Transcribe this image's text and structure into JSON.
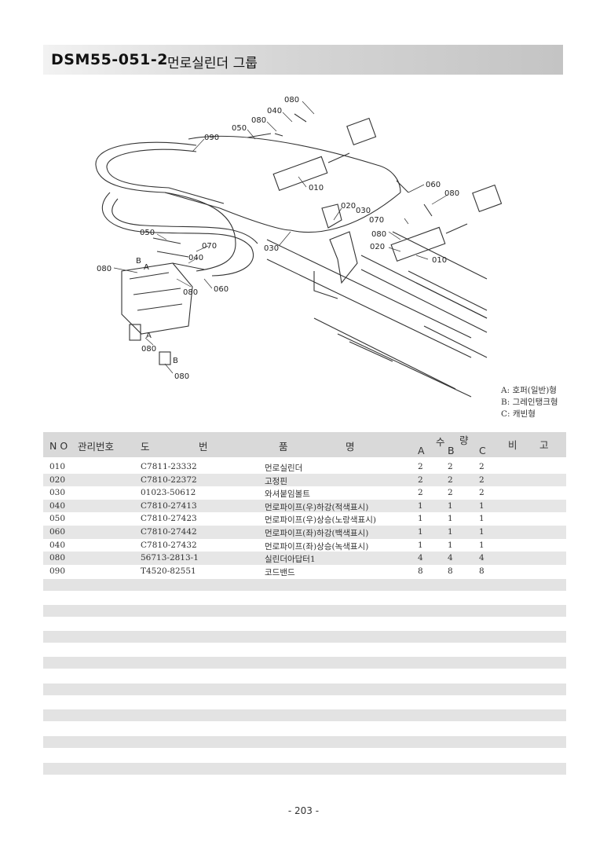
{
  "title": {
    "code": "DSM55-051-2",
    "name": "먼로실린더 그룹"
  },
  "diagram": {
    "callouts": {
      "c080a": "080",
      "c040a": "040",
      "c080b": "080",
      "c050a": "050",
      "c090": "090",
      "c010a": "010",
      "c060a": "060",
      "c080c": "080",
      "c020a": "020",
      "c030a": "030",
      "c070a": "070",
      "c080d": "080",
      "c020b": "020",
      "c010b": "010",
      "c030b": "030",
      "c050b": "050",
      "c070b": "070",
      "c040b": "040",
      "c080e": "080",
      "c080f": "080",
      "c060b": "060",
      "c080g": "080",
      "c080h": "080",
      "la1": "A",
      "lb1": "B",
      "la2": "A",
      "lb2": "B"
    }
  },
  "legend": [
    "A: 호퍼(일반)형",
    "B: 그레인탱크형",
    "C: 캐빈형"
  ],
  "table": {
    "headers": {
      "no": "N O",
      "manage": "관리번호",
      "drawing_1": "도",
      "drawing_2": "번",
      "name_1": "품",
      "name_2": "명",
      "qty_1": "수",
      "qty_2": "량",
      "qa": "A",
      "qb": "B",
      "qc": "C",
      "remark_1": "비",
      "remark_2": "고"
    },
    "rows": [
      {
        "no": "010",
        "drawing": "C7811-23332",
        "name": "먼로실린더",
        "a": "2",
        "b": "2",
        "c": "2"
      },
      {
        "no": "020",
        "drawing": "C7810-22372",
        "name": "고정핀",
        "a": "2",
        "b": "2",
        "c": "2"
      },
      {
        "no": "030",
        "drawing": "01023-50612",
        "name": "와셔붙임볼트",
        "a": "2",
        "b": "2",
        "c": "2"
      },
      {
        "no": "040",
        "drawing": "C7810-27413",
        "name": "먼로파이프(우)하강(적색표시)",
        "a": "1",
        "b": "1",
        "c": "1"
      },
      {
        "no": "050",
        "drawing": "C7810-27423",
        "name": "먼로파이프(우)상승(노랑색표시)",
        "a": "1",
        "b": "1",
        "c": "1"
      },
      {
        "no": "060",
        "drawing": "C7810-27442",
        "name": "먼로파이프(좌)하강(백색표시)",
        "a": "1",
        "b": "1",
        "c": "1"
      },
      {
        "no": "040",
        "drawing": "C7810-27432",
        "name": "먼로파이프(좌)상승(녹색표시)",
        "a": "1",
        "b": "1",
        "c": "1"
      },
      {
        "no": "080",
        "drawing": "56713-2813-1",
        "name": "실린더아답터1",
        "a": "4",
        "b": "4",
        "c": "4"
      },
      {
        "no": "090",
        "drawing": "T4520-82551",
        "name": "코드밴드",
        "a": "8",
        "b": "8",
        "c": "8"
      }
    ]
  },
  "page_number": "- 203 -"
}
